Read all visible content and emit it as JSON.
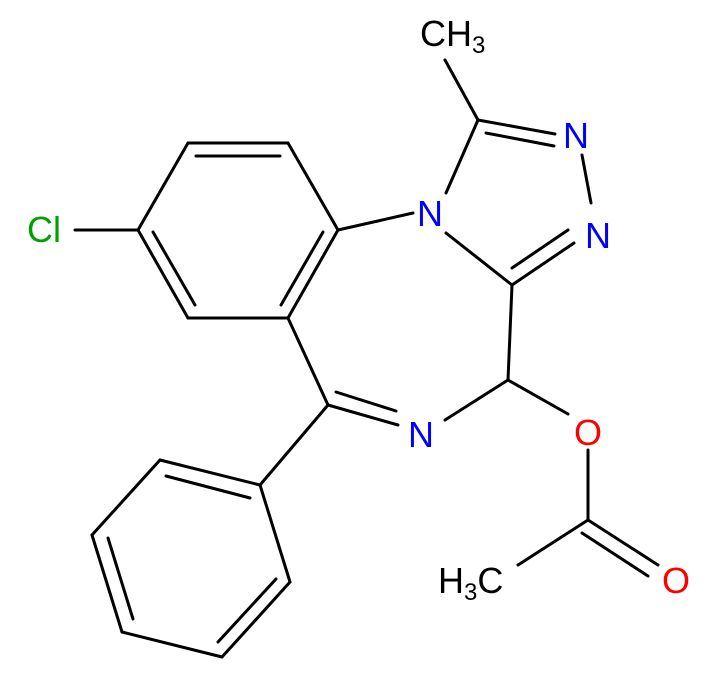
{
  "colors": {
    "bond": "#000000",
    "carbon_label": "#000000",
    "nitrogen": "#0000FF",
    "oxygen": "#FF0000",
    "chlorine": "#00A000"
  },
  "atoms": {
    "cl": "Cl",
    "n_bridge": "N",
    "n_triazole_upper": "N",
    "n_triazole_lower": "N",
    "n_imine": "N",
    "o_ester": "O",
    "o_carbonyl": "O",
    "methyl_top": {
      "main": "CH",
      "sub": "3"
    },
    "methyl_acetyl": {
      "main": "H",
      "sub": "3",
      "tail": "C"
    }
  }
}
